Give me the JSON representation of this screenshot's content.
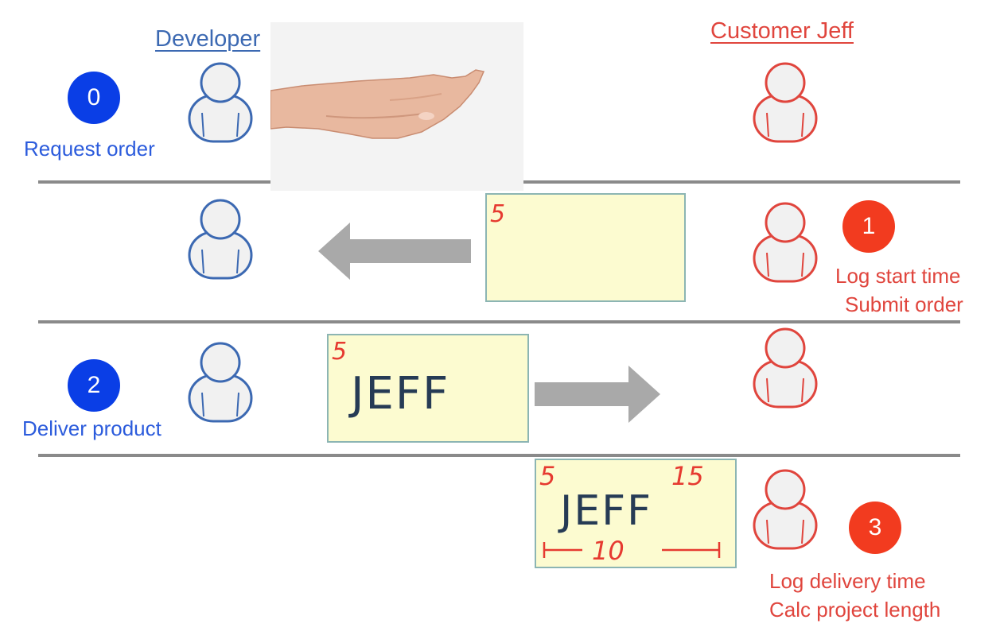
{
  "actors": {
    "developer": "Developer",
    "customer": "Customer Jeff"
  },
  "steps": [
    {
      "number": "0",
      "lines": [
        "Request order"
      ]
    },
    {
      "number": "1",
      "lines": [
        "Log start time",
        "Submit order"
      ]
    },
    {
      "number": "2",
      "lines": [
        "Deliver product"
      ]
    },
    {
      "number": "3",
      "lines": [
        "Log delivery time",
        "Calc project length"
      ]
    }
  ],
  "cards": {
    "order": {
      "start": "5"
    },
    "product": {
      "start": "5",
      "text": "JEFF"
    },
    "final": {
      "start": "5",
      "end": "15",
      "text": "JEFF",
      "duration": "10"
    }
  },
  "colors": {
    "developer": "#3c69b2",
    "customer": "#e0453d",
    "badge_blue": "#0a3ee6",
    "badge_red": "#f23b1f",
    "card_fill": "#fcfbd0",
    "arrow": "#a9a9a9",
    "divider": "#8a8a8a"
  },
  "icons": {
    "actor": "person-icon",
    "request": "open-hand-image",
    "flow": "block-arrow"
  }
}
